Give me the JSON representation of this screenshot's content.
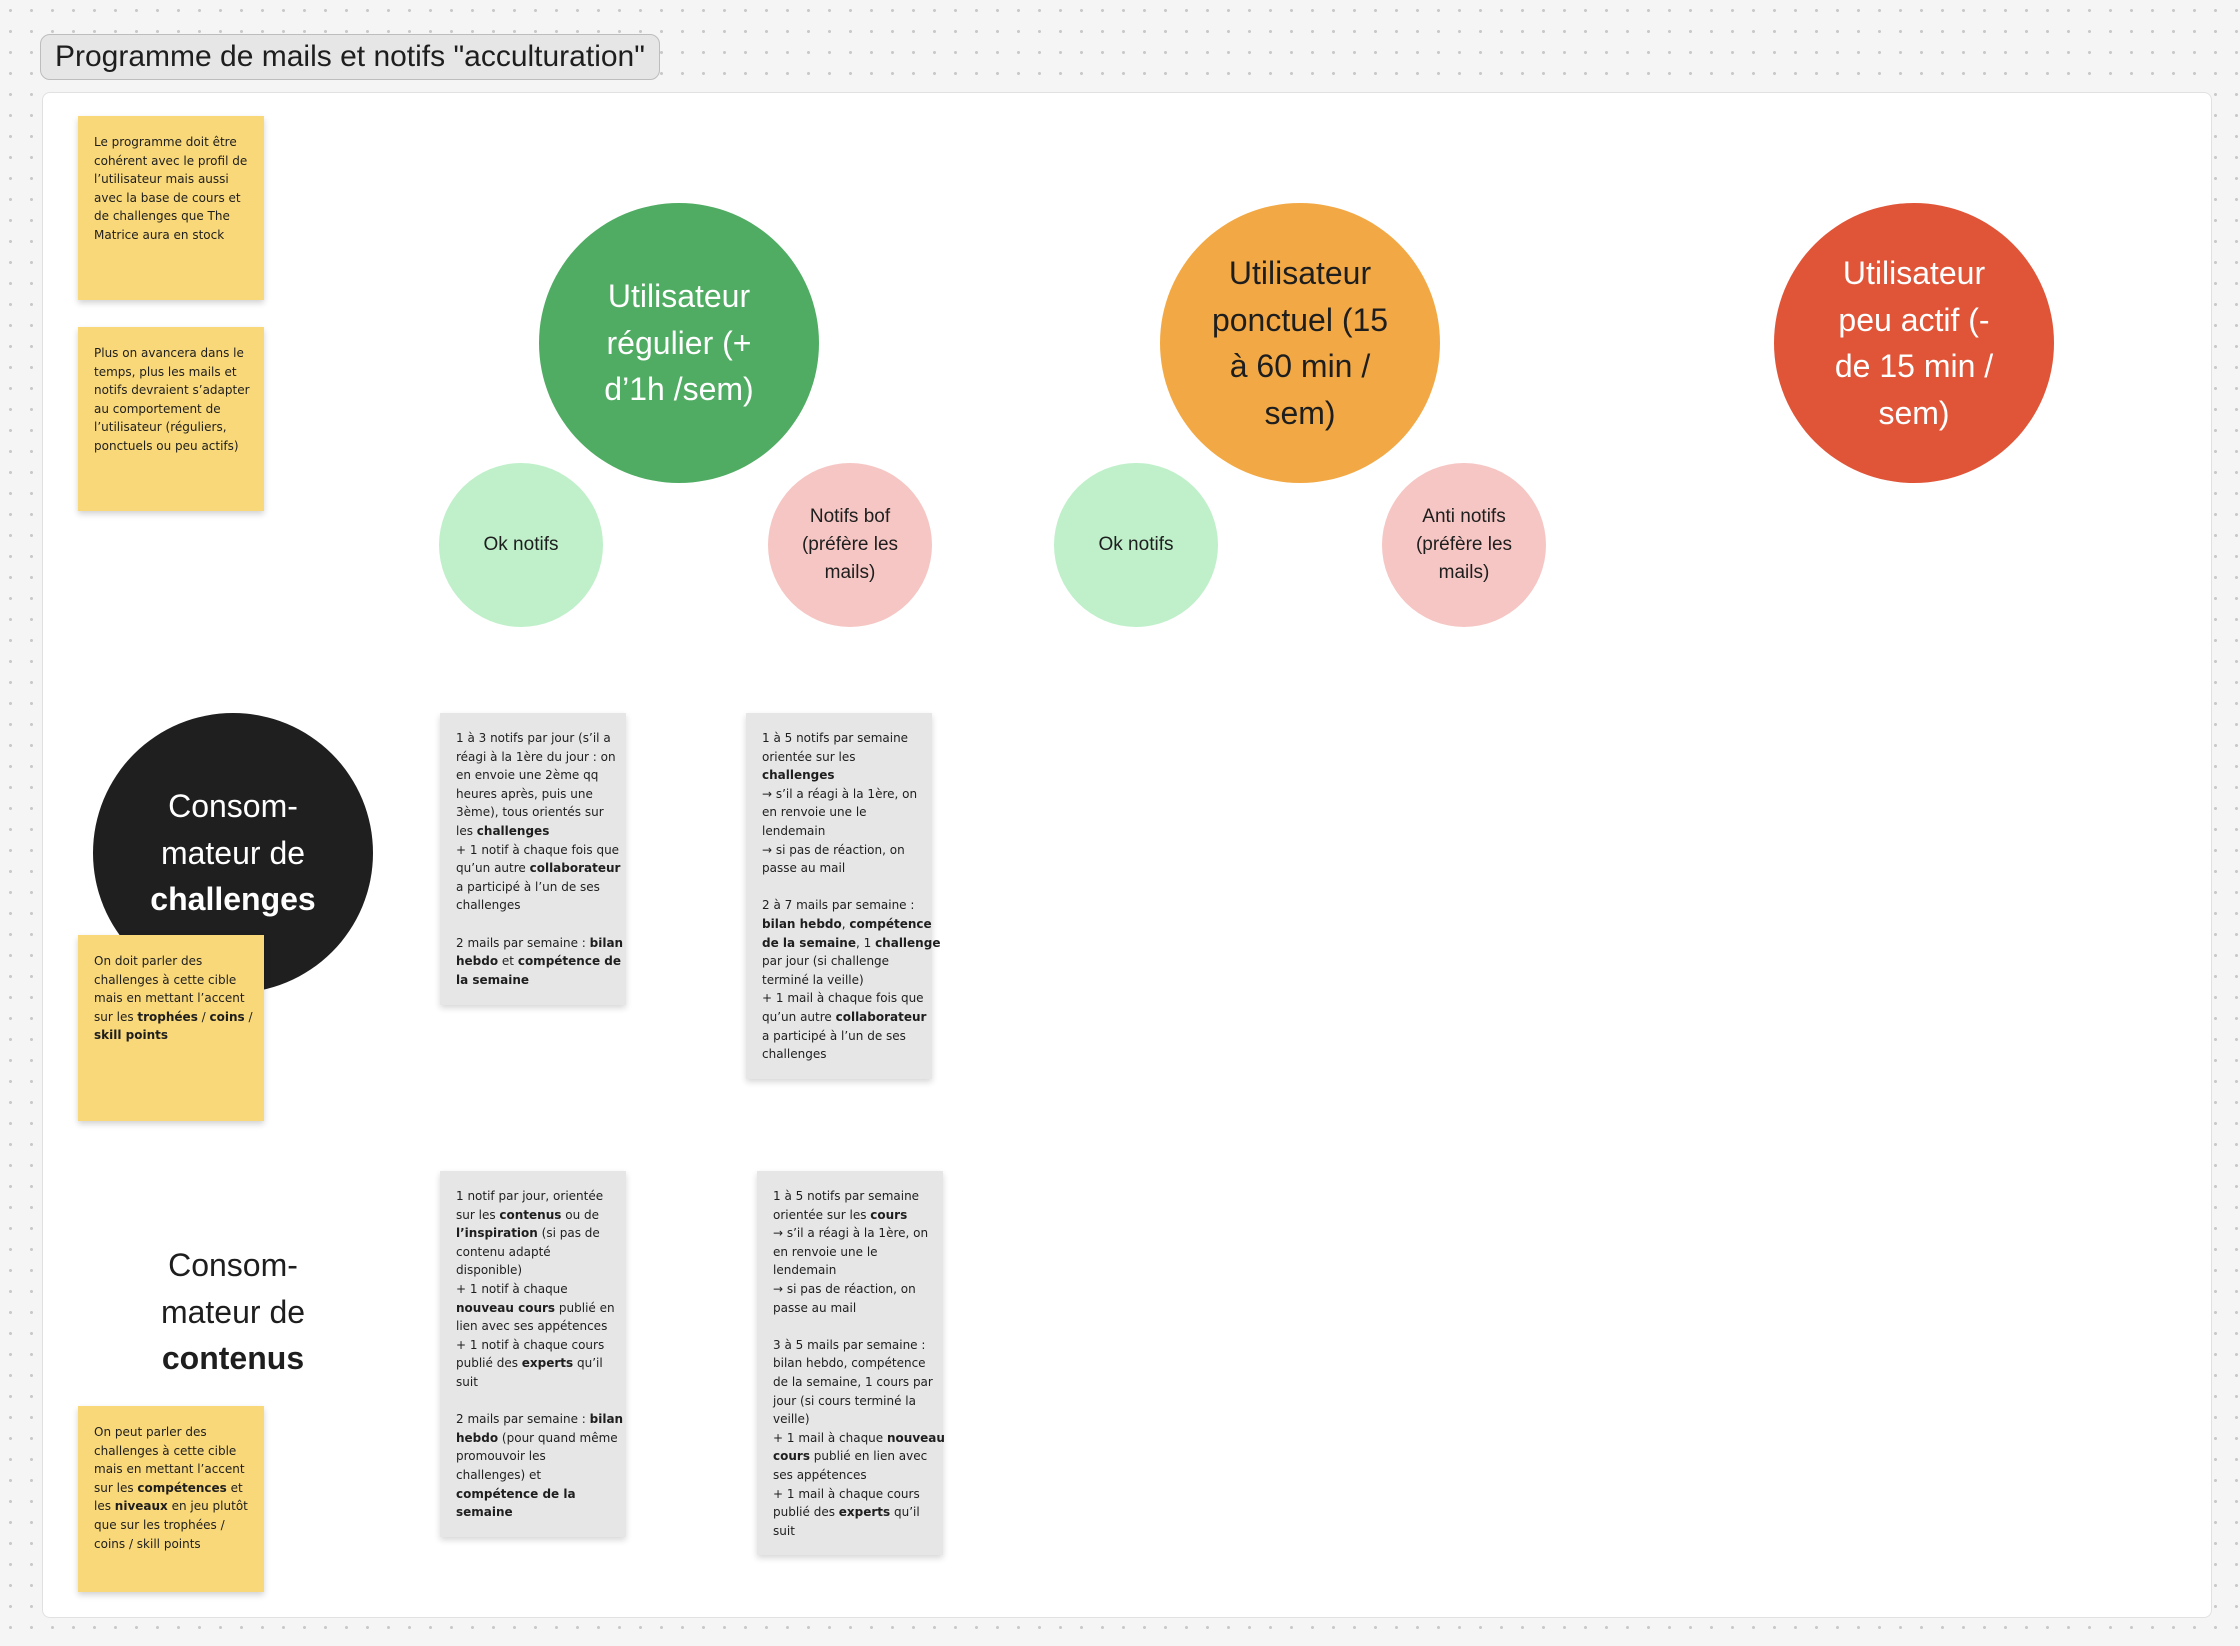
{
  "section": {
    "title": "Programme de mails et notifs \"acculturation\""
  },
  "colors": {
    "regular": "#4fac62",
    "occasional": "#f2a945",
    "inactive": "#e05538",
    "ok_notifs": "#bff0ca",
    "bof_notifs": "#f5c6c3",
    "challenges": "#1f1f1f",
    "sticky": "#f9d879",
    "note": "#e6e6e6"
  },
  "stickies": {
    "program": [
      "Le programme doit être",
      "cohérent avec le profil de",
      "l’utilisateur mais aussi",
      "avec la base de cours et",
      "de challenges que The",
      "Matrice aura en stock"
    ],
    "adapt": [
      "Plus on avancera dans le",
      "temps, plus les mails et",
      "notifs devraient s’adapter",
      "au comportement de",
      "l’utilisateur (réguliers,",
      "ponctuels ou peu actifs)"
    ],
    "challenges_target": [
      [
        {
          "t": "On doit parler des"
        }
      ],
      [
        {
          "t": "challenges à cette cible"
        }
      ],
      [
        {
          "t": "mais en mettant l’accent"
        }
      ],
      [
        {
          "t": "sur les "
        },
        {
          "t": "trophées",
          "b": true
        },
        {
          "t": " / "
        },
        {
          "t": "coins",
          "b": true
        },
        {
          "t": " /"
        }
      ],
      [
        {
          "t": "skill points",
          "b": true
        }
      ]
    ],
    "contents_target": [
      [
        {
          "t": "On peut parler des"
        }
      ],
      [
        {
          "t": "challenges à cette cible"
        }
      ],
      [
        {
          "t": "mais en mettant l’accent"
        }
      ],
      [
        {
          "t": "sur les "
        },
        {
          "t": "compétences",
          "b": true
        },
        {
          "t": " et"
        }
      ],
      [
        {
          "t": "les "
        },
        {
          "t": "niveaux",
          "b": true
        },
        {
          "t": " en jeu plutôt"
        }
      ],
      [
        {
          "t": "que sur les trophées /"
        }
      ],
      [
        {
          "t": "coins / skill points"
        }
      ]
    ]
  },
  "users": {
    "regular": [
      "Utilisateur",
      "régulier (+",
      "d’1h /sem)"
    ],
    "occasional": [
      "Utilisateur",
      "ponctuel (15",
      "à 60 min /",
      "sem)"
    ],
    "inactive": [
      "Utilisateur",
      "peu actif (-",
      "de 15 min /",
      "sem)"
    ]
  },
  "preferences": {
    "regular_ok": [
      "Ok notifs"
    ],
    "regular_bof": [
      "Notifs bof",
      "(préfère les",
      "mails)"
    ],
    "occasional_ok": [
      "Ok notifs"
    ],
    "occasional_anti": [
      "Anti notifs",
      "(préfère les",
      "mails)"
    ]
  },
  "profiles": {
    "challenges": [
      [
        {
          "t": "Consom-"
        }
      ],
      [
        {
          "t": "mateur de"
        }
      ],
      [
        {
          "t": "challenges",
          "b": true
        }
      ]
    ],
    "contents": [
      [
        {
          "t": "Consom-"
        }
      ],
      [
        {
          "t": "mateur de"
        }
      ],
      [
        {
          "t": "contenus",
          "b": true
        }
      ]
    ]
  },
  "notes": {
    "challenges_ok": [
      [
        {
          "t": "1 à 3 notifs par jour (s’il a"
        }
      ],
      [
        {
          "t": "réagi à la 1ère du jour : on"
        }
      ],
      [
        {
          "t": "en envoie une 2ème qq"
        }
      ],
      [
        {
          "t": "heures après, puis une"
        }
      ],
      [
        {
          "t": "3ème), tous orientés sur"
        }
      ],
      [
        {
          "t": "les "
        },
        {
          "t": "challenges",
          "b": true
        }
      ],
      [
        {
          "t": "+ 1 notif à chaque fois que"
        }
      ],
      [
        {
          "t": "qu’un autre "
        },
        {
          "t": "collaborateur",
          "b": true
        }
      ],
      [
        {
          "t": "a participé à l’un de ses"
        }
      ],
      [
        {
          "t": "challenges"
        }
      ],
      [],
      [
        {
          "t": "2 mails par semaine : "
        },
        {
          "t": "bilan",
          "b": true
        }
      ],
      [
        {
          "t": "hebdo",
          "b": true
        },
        {
          "t": " et "
        },
        {
          "t": "compétence de",
          "b": true
        }
      ],
      [
        {
          "t": "la semaine",
          "b": true
        }
      ]
    ],
    "challenges_bof": [
      [
        {
          "t": "1 à 5 notifs par semaine"
        }
      ],
      [
        {
          "t": "orientée sur les"
        }
      ],
      [
        {
          "t": "challenges",
          "b": true
        }
      ],
      [
        {
          "t": "→ s’il a réagi à la 1ère, on"
        }
      ],
      [
        {
          "t": "en renvoie une le"
        }
      ],
      [
        {
          "t": "lendemain"
        }
      ],
      [
        {
          "t": "→ si pas de réaction, on"
        }
      ],
      [
        {
          "t": "passe au mail"
        }
      ],
      [],
      [
        {
          "t": "2 à 7 mails par semaine :"
        }
      ],
      [
        {
          "t": "bilan hebdo",
          "b": true
        },
        {
          "t": ", "
        },
        {
          "t": "compétence",
          "b": true
        }
      ],
      [
        {
          "t": "de la semaine",
          "b": true
        },
        {
          "t": ", 1 "
        },
        {
          "t": "challenge",
          "b": true
        }
      ],
      [
        {
          "t": "par jour (si challenge"
        }
      ],
      [
        {
          "t": "terminé la veille)"
        }
      ],
      [
        {
          "t": "+ 1 mail à chaque fois que"
        }
      ],
      [
        {
          "t": "qu’un autre "
        },
        {
          "t": "collaborateur",
          "b": true
        }
      ],
      [
        {
          "t": "a participé à l’un de ses"
        }
      ],
      [
        {
          "t": "challenges"
        }
      ]
    ],
    "contents_ok": [
      [
        {
          "t": "1 notif par jour, orientée"
        }
      ],
      [
        {
          "t": "sur les "
        },
        {
          "t": "contenus",
          "b": true
        },
        {
          "t": " ou de"
        }
      ],
      [
        {
          "t": "l’inspiration",
          "b": true
        },
        {
          "t": " (si pas de"
        }
      ],
      [
        {
          "t": "contenu adapté"
        }
      ],
      [
        {
          "t": "disponible)"
        }
      ],
      [
        {
          "t": "+ 1 notif à chaque"
        }
      ],
      [
        {
          "t": "nouveau cours",
          "b": true
        },
        {
          "t": " publié en"
        }
      ],
      [
        {
          "t": "lien avec ses appétences"
        }
      ],
      [
        {
          "t": "+ 1 notif à chaque cours"
        }
      ],
      [
        {
          "t": "publié des "
        },
        {
          "t": "experts",
          "b": true
        },
        {
          "t": " qu’il"
        }
      ],
      [
        {
          "t": "suit"
        }
      ],
      [],
      [
        {
          "t": "2 mails par semaine : "
        },
        {
          "t": "bilan",
          "b": true
        }
      ],
      [
        {
          "t": "hebdo",
          "b": true
        },
        {
          "t": " (pour quand même"
        }
      ],
      [
        {
          "t": "promouvoir les"
        }
      ],
      [
        {
          "t": "challenges) et"
        }
      ],
      [
        {
          "t": "compétence de la",
          "b": true
        }
      ],
      [
        {
          "t": "semaine",
          "b": true
        }
      ]
    ],
    "contents_bof": [
      [
        {
          "t": "1 à 5 notifs par semaine"
        }
      ],
      [
        {
          "t": "orientée sur les "
        },
        {
          "t": "cours",
          "b": true
        }
      ],
      [
        {
          "t": "→ s’il a réagi à la 1ère, on"
        }
      ],
      [
        {
          "t": "en renvoie une le"
        }
      ],
      [
        {
          "t": "lendemain"
        }
      ],
      [
        {
          "t": "→ si pas de réaction, on"
        }
      ],
      [
        {
          "t": "passe au mail"
        }
      ],
      [],
      [
        {
          "t": "3 à 5 mails par semaine :"
        }
      ],
      [
        {
          "t": "bilan hebdo, compétence"
        }
      ],
      [
        {
          "t": "de la semaine, 1 cours par"
        }
      ],
      [
        {
          "t": "jour (si cours terminé la"
        }
      ],
      [
        {
          "t": "veille)"
        }
      ],
      [
        {
          "t": "+ 1 mail à chaque "
        },
        {
          "t": "nouveau",
          "b": true
        }
      ],
      [
        {
          "t": "cours",
          "b": true
        },
        {
          "t": " publié en lien avec"
        }
      ],
      [
        {
          "t": "ses appétences"
        }
      ],
      [
        {
          "t": "+ 1 mail à chaque cours"
        }
      ],
      [
        {
          "t": "publié des "
        },
        {
          "t": "experts",
          "b": true
        },
        {
          "t": " qu’il"
        }
      ],
      [
        {
          "t": "suit"
        }
      ]
    ]
  }
}
